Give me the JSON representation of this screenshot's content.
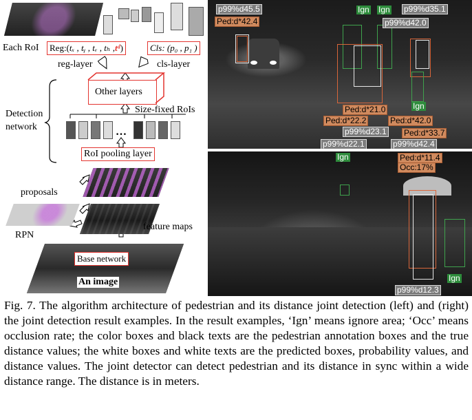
{
  "diagram": {
    "each_roi": "Each RoI",
    "reg_prefix": "Reg:(",
    "reg_vars": "tₓ , tᵧ , tᵥ , tₕ ,",
    "reg_td": "tᵈ",
    "reg_suffix": ")",
    "cls": "Cls: (p₀ , p₁ )",
    "reg_layer": "reg-layer",
    "cls_layer": "cls-layer",
    "other_layers": "Other layers",
    "size_fixed_rois": "Size-fixed RoIs",
    "detection_network": "Detection network",
    "roi_pooling": "RoI pooling layer",
    "proposals": "proposals",
    "rpn": "RPN",
    "feature_maps": "feature maps",
    "base_network": "Base network",
    "an_image": "An image",
    "ellipsis": "…"
  },
  "results_top": {
    "labels": [
      "p99%d45.5",
      "Ped:d*42.4",
      "Ign",
      "Ign",
      "p99%d35.1",
      "p99%d42.0",
      "Ign",
      "Ped:d*21.0",
      "Ped:d*22.2",
      "Ped:d*42.0",
      "p99%d23.1",
      "Ped:d*33.7",
      "p99%d22.1",
      "p99%d42.4"
    ]
  },
  "results_bottom": {
    "labels": [
      "Ign",
      "Ped:d*11.4",
      "Occ:17%",
      "Ign",
      "p99%d12.3"
    ]
  },
  "colors": {
    "red_box": "#e3342f",
    "gt_box": "#d9663a",
    "ign_box": "#3fa34d",
    "pred_box": "#e8e8e8"
  },
  "caption": "Fig. 7. The algorithm architecture of pedestrian and its distance joint detection (left) and (right) the joint detection result examples. In the result examples, ‘Ign’ means ignore area; ‘Occ’ means occlusion rate; the color boxes and black texts are the pedestrian annotation boxes and the true distance values; the white boxes and white texts are the predicted boxes, probability values, and distance values. The joint detector can detect pedestrian and its distance in sync within a wide distance range. The distance is in meters."
}
